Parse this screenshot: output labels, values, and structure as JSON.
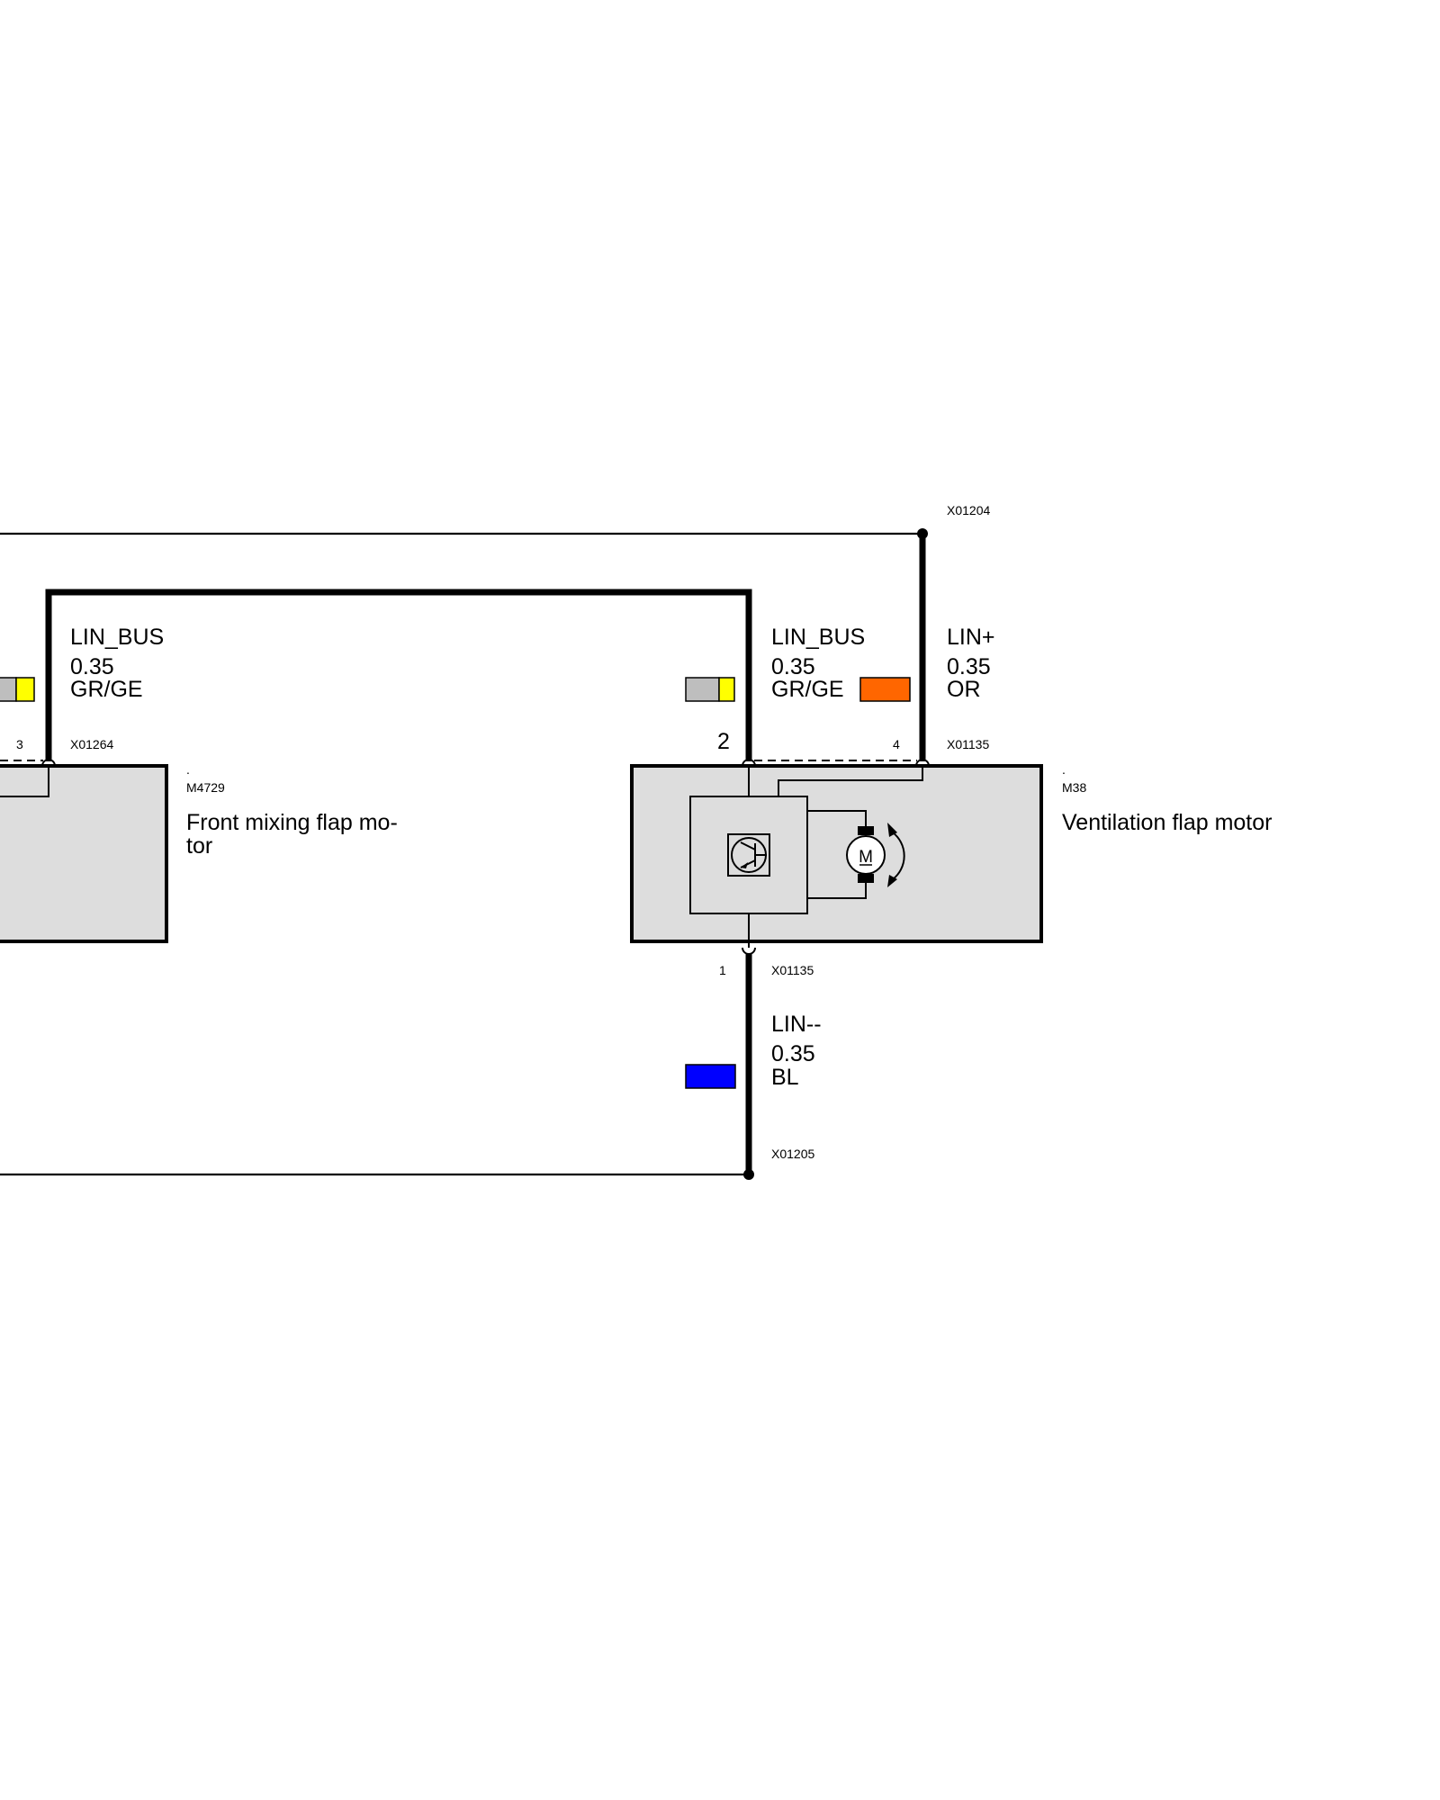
{
  "colors": {
    "gray": "#bebebe",
    "yellow": "#ffff00",
    "orange": "#ff6600",
    "blue": "#0000ff",
    "component_fill": "#dddddd"
  },
  "connectors": {
    "x01204": "X01204",
    "x01264": "X01264",
    "x01135_top": "X01135",
    "x01135_bottom": "X01135",
    "x01205": "X01205"
  },
  "pins": {
    "pin_3": "3",
    "pin_2": "2",
    "pin_4": "4",
    "pin_1": "1"
  },
  "wires": {
    "lin_bus_left": {
      "signal": "LIN_BUS",
      "gauge": "0.35",
      "color_code": "GR/GE"
    },
    "lin_bus_right": {
      "signal": "LIN_BUS",
      "gauge": "0.35",
      "color_code": "GR/GE"
    },
    "lin_plus": {
      "signal": "LIN+",
      "gauge": "0.35",
      "color_code": "OR"
    },
    "lin_minus": {
      "signal": "LIN--",
      "gauge": "0.35",
      "color_code": "BL"
    }
  },
  "components": {
    "m4729": {
      "dot": ".",
      "id": "M4729",
      "name_line1": "Front mixing flap mo-",
      "name_line2": "tor"
    },
    "m38": {
      "dot": ".",
      "id": "M38",
      "name_line1": "Ventilation flap motor"
    }
  },
  "symbols": {
    "motor_letter": "M"
  }
}
